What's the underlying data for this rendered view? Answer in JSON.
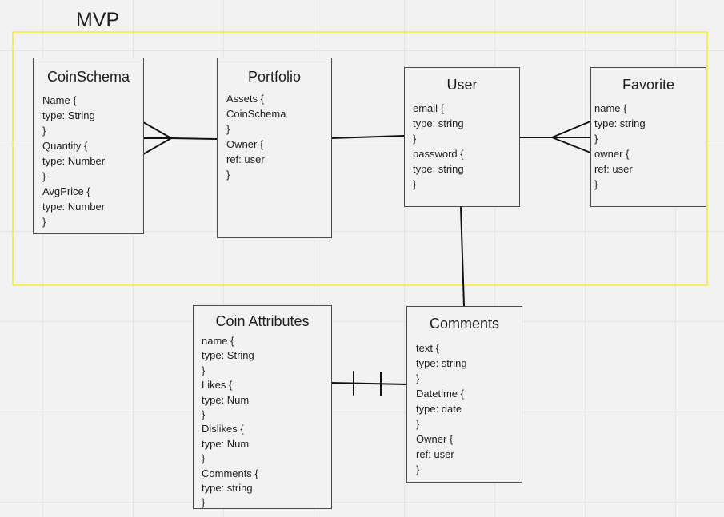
{
  "frame": {
    "title": "MVP",
    "border_color": "#f5ee5c"
  },
  "entities": {
    "coinschema": {
      "title": "CoinSchema",
      "lines": [
        "Name {",
        "type: String",
        "}",
        "Quantity {",
        "type: Number",
        "}",
        "AvgPrice {",
        "type: Number",
        "}"
      ]
    },
    "portfolio": {
      "title": "Portfolio",
      "lines": [
        "Assets {",
        "CoinSchema",
        "}",
        "Owner {",
        "ref: user",
        "}"
      ]
    },
    "user": {
      "title": "User",
      "lines": [
        "email {",
        "type: string",
        "}",
        "password {",
        "type: string",
        "}"
      ]
    },
    "favorite": {
      "title": "Favorite",
      "lines": [
        "name {",
        "type: string",
        "}",
        "owner {",
        "ref: user",
        "}"
      ]
    },
    "coin_attributes": {
      "title": "Coin Attributes",
      "lines": [
        "name {",
        "type: String",
        "}",
        "Likes {",
        "type: Num",
        "}",
        "Dislikes {",
        "type: Num",
        "}",
        "Comments {",
        "type: string",
        "}"
      ]
    },
    "comments": {
      "title": "Comments",
      "lines": [
        "text {",
        "type: string",
        "}",
        "Datetime {",
        "type: date",
        "}",
        "Owner {",
        "ref: user",
        "}"
      ]
    }
  },
  "relationships": [
    {
      "from": "coinschema",
      "to": "portfolio",
      "from_end": "many",
      "to_end": "none"
    },
    {
      "from": "portfolio",
      "to": "user",
      "from_end": "none",
      "to_end": "none"
    },
    {
      "from": "user",
      "to": "favorite",
      "from_end": "none",
      "to_end": "many"
    },
    {
      "from": "user",
      "to": "comments",
      "from_end": "none",
      "to_end": "none"
    },
    {
      "from": "coin_attributes",
      "to": "comments",
      "from_end": "one-and-only-one",
      "to_end": "none"
    }
  ]
}
